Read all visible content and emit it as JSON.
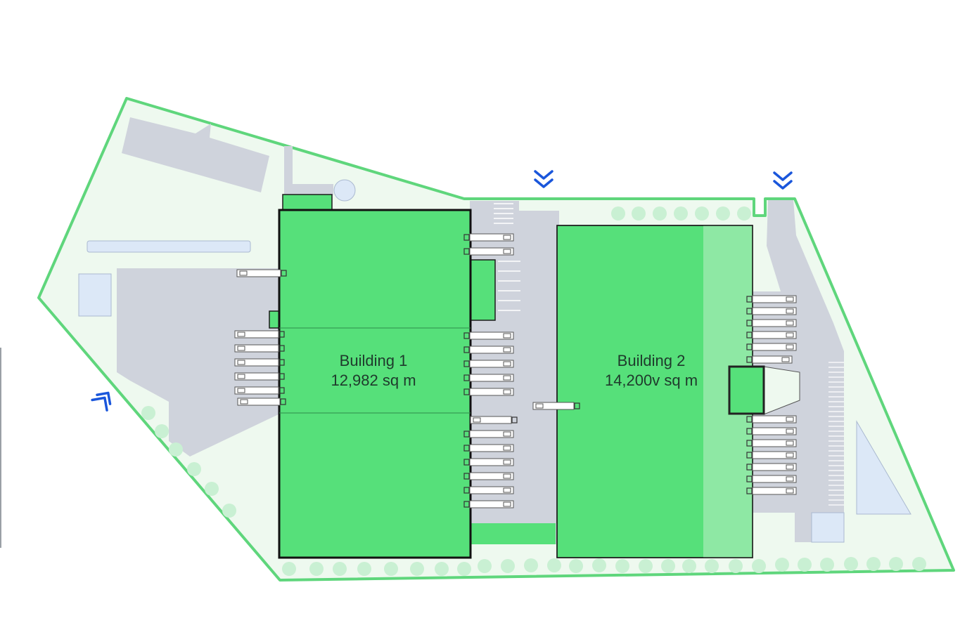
{
  "colors": {
    "site_fill": "#eef9ef",
    "site_border": "#5fd67c",
    "paving": "#cfd3dc",
    "building": "#56e07a",
    "building_light": "#8ee8a4",
    "tree": "#c9f0d3",
    "water": "#dce8f7",
    "arrow": "#1a56db",
    "outline": "#1b1b1b"
  },
  "buildings": [
    {
      "name": "Building 1",
      "area": "12,982 sq m"
    },
    {
      "name": "Building 2",
      "area": "14,200v sq m"
    }
  ],
  "icons": {
    "entrance_arrow": "chevron-down-double-icon",
    "entrance_arrow_diagonal": "chevron-up-right-double-icon",
    "truck": "truck-icon",
    "tree": "tree-icon"
  }
}
